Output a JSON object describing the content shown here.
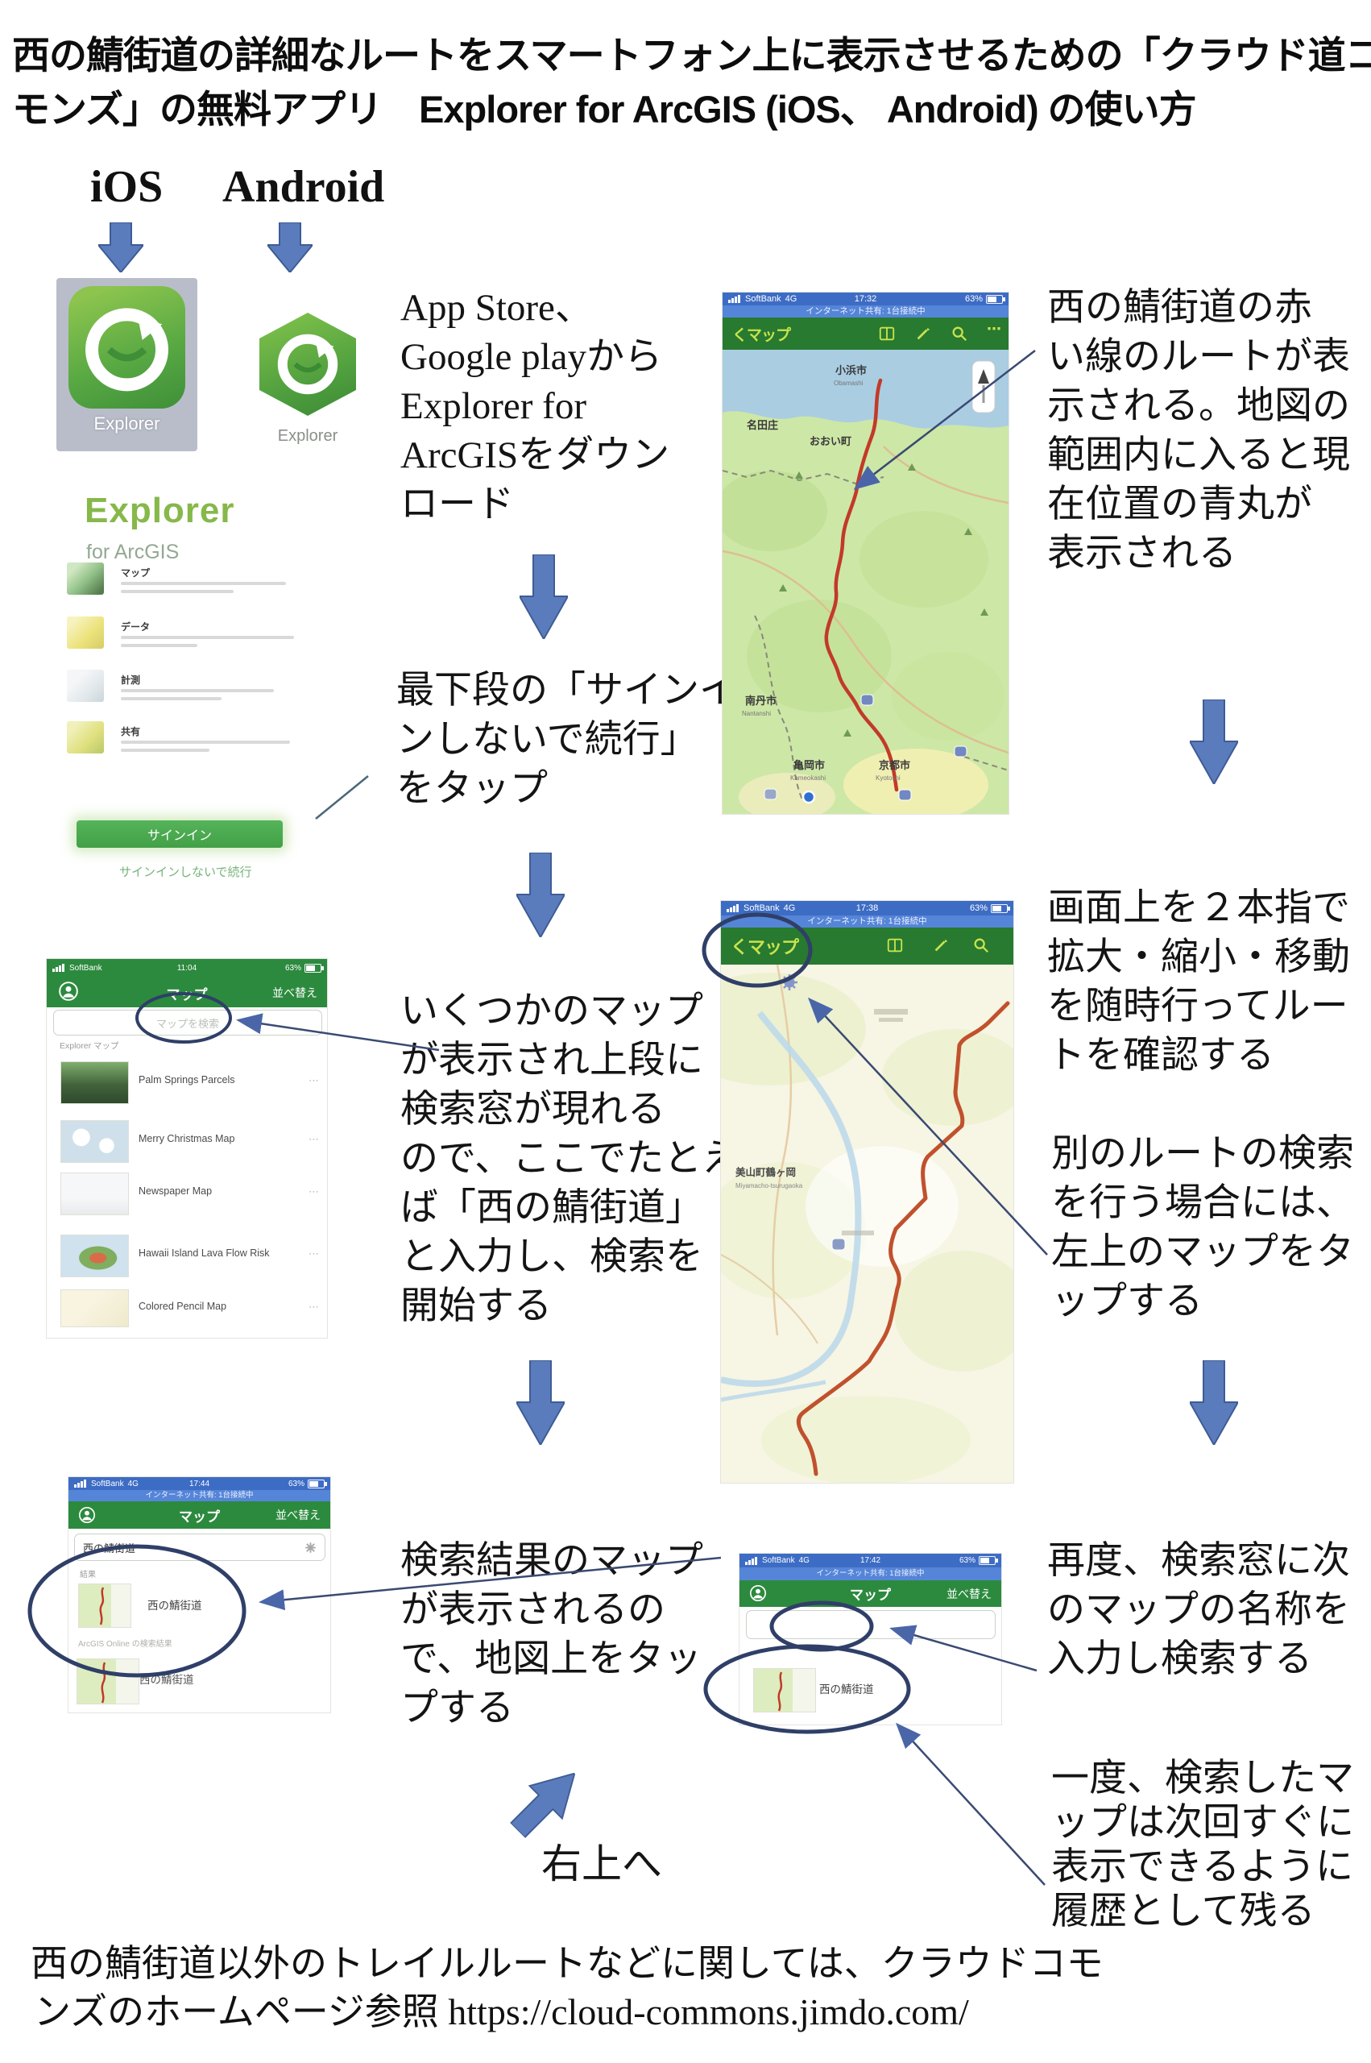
{
  "page_title": {
    "line1": "西の鯖街道の詳細なルートをスマートフォン上に表示させるための「クラウド道コ",
    "line2": "モンズ」の無料アプリ　Explorer for ArcGIS (iOS、 Android) の使い方"
  },
  "platform_labels": {
    "ios": "iOS",
    "android": "Android"
  },
  "app_icons": {
    "ios_caption": "Explorer",
    "android_caption": "Explorer"
  },
  "instructions": {
    "download": "App Store、\nGoogle playから\nExplorer for\nArcGISをダウン\nロード",
    "continue_without_signin": "最下段の「サインイ\nンしないで続行」\nをタップ",
    "route_displayed": "西の鯖街道の赤\nい線のルートが表\n示される。地図の\n範囲内に入ると現\n在位置の青丸が\n表示される",
    "search_map": "いくつかのマップ\nが表示され上段に\n検索窓が現れる\nので、ここでたとえ\nば「西の鯖街道」\nと入力し、検索を\n開始する",
    "pinch_zoom": "画面上を２本指で\n拡大・縮小・移動\nを随時行ってルー\nトを確認する",
    "another_route": "別のルートの検索\nを行う場合には、\n左上のマップをタ\nップする",
    "tap_result": "検索結果のマップ\nが表示されるの\nで、地図上をタッ\nプする",
    "search_again": "再度、検索窓に次\nのマップの名称を\n入力し検索する",
    "history": "一度、検索したマ\nップは次回すぐに\n表示できるように\n履歴として残る",
    "to_upper_right": "右上へ"
  },
  "welcome_screen": {
    "app_title": "Explorer",
    "app_subtitle": "for ArcGIS",
    "feature_rows": [
      {
        "label": "マップ"
      },
      {
        "label": "データ"
      },
      {
        "label": "計測"
      },
      {
        "label": "共有"
      }
    ],
    "signin_button": "サインイン",
    "continue_link": "サインインしないで続行"
  },
  "phone_route_map": {
    "carrier": "SoftBank",
    "network": "4G",
    "time": "17:32",
    "battery": "63%",
    "tether_banner": "インターネット共有: 1台接続中",
    "back_button": "くマップ",
    "more_icon": "⋯",
    "labels": {
      "obama": "小浜市",
      "obama_romaji": "Obamashi",
      "natasho": "名田庄",
      "ooi": "おおい町",
      "nantan": "南丹市",
      "nantan_romaji": "Nantanshi",
      "kameoka": "亀岡市",
      "kameoka_romaji": "Kameokashi",
      "kyoto": "京都市",
      "kyoto_romaji": "Kyotoshi"
    }
  },
  "phone_map_list": {
    "carrier": "SoftBank",
    "time": "11:04",
    "battery": "63%",
    "nav_title": "マップ",
    "sort_button": "並べ替え",
    "search_placeholder": "マップを検索",
    "section_label": "Explorer マップ",
    "maps": [
      {
        "name": "Palm Springs Parcels"
      },
      {
        "name": "Merry Christmas Map"
      },
      {
        "name": "Newspaper Map"
      },
      {
        "name": "Hawaii Island Lava Flow Risk"
      },
      {
        "name": "Colored Pencil Map"
      }
    ]
  },
  "phone_zoom_map": {
    "carrier": "SoftBank",
    "network": "4G",
    "time": "17:38",
    "battery": "63%",
    "tether_banner": "インターネット共有: 1台接続中",
    "back_button": "くマップ",
    "place_label": "美山町鶴ヶ岡",
    "place_romaji": "Miyamacho-tsurugaoka"
  },
  "phone_search_results": {
    "carrier": "SoftBank",
    "network": "4G",
    "time": "17:44",
    "battery": "63%",
    "tether_banner": "インターネット共有: 1台接続中",
    "nav_title": "マップ",
    "sort_button": "並べ替え",
    "search_value": "西の鯖街道",
    "results_label": "結果",
    "results": [
      {
        "name": "西の鯖街道"
      },
      {
        "name": "西の鯖街道"
      }
    ],
    "source_note": "ArcGIS Online の検索結果"
  },
  "phone_second_search": {
    "carrier": "SoftBank",
    "network": "4G",
    "time": "17:42",
    "battery": "63%",
    "tether_banner": "インターネット共有: 1台接続中",
    "nav_title": "マップ",
    "sort_button": "並べ替え",
    "result_name": "西の鯖街道"
  },
  "footer": {
    "line1": "西の鯖街道以外のトレイルルートなどに関しては、クラウドコモ",
    "line2": "ンズのホームページ参照 https://cloud-commons.jimdo.com/"
  },
  "colors": {
    "flow_arrow_blue": "#5b7cbc",
    "annotation_navy": "#2f3f68",
    "nav_green": "#2c8a3e",
    "map_nav_green": "#277a2f",
    "status_blue": "#3d6cc4",
    "route_red": "#c23a28",
    "signin_green": "#4aa850",
    "explorer_green": "#86b84a"
  }
}
